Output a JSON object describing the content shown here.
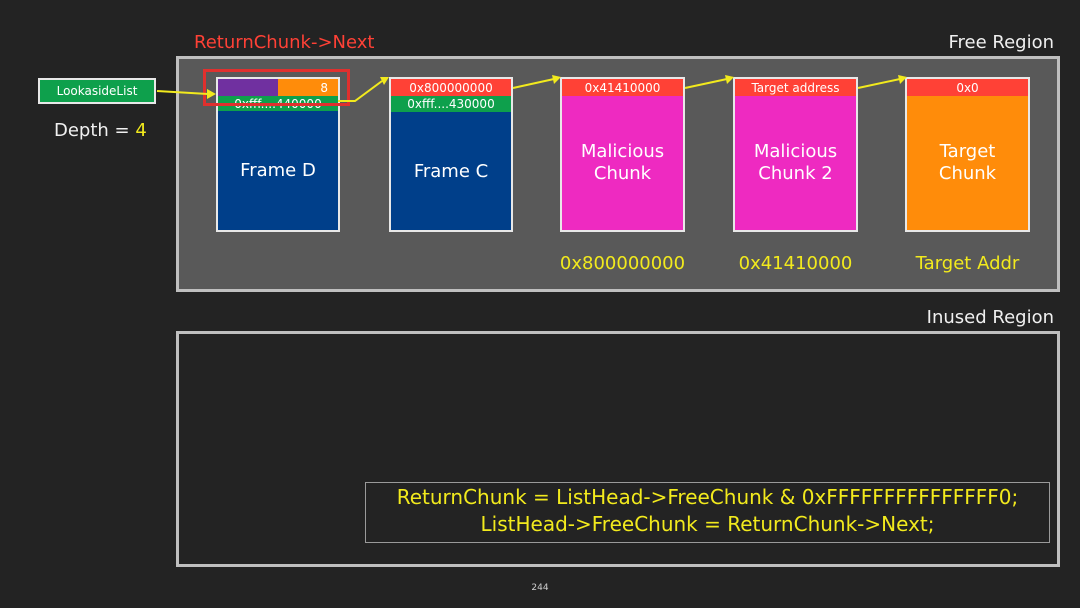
{
  "labels": {
    "return_next": "ReturnChunk->Next",
    "free_region": "Free Region",
    "inused_region": "Inused Region",
    "lookaside": "LookasideList",
    "depth_prefix": "Depth = ",
    "depth_value": "4",
    "page_number": "244"
  },
  "frame_d": {
    "size": "8",
    "flink": "0xfff....440000",
    "name": "Frame D"
  },
  "frame_c": {
    "next": "0x800000000",
    "flink": "0xfff....430000",
    "name": "Frame C"
  },
  "malicious1": {
    "next": "0x41410000",
    "name": "Malicious\nChunk",
    "addr": "0x800000000"
  },
  "malicious2": {
    "next": "Target address",
    "name": "Malicious\nChunk 2",
    "addr": "0x41410000"
  },
  "target": {
    "next": "0x0",
    "name": "Target\nChunk",
    "addr": "Target Addr"
  },
  "code": {
    "line1": "ReturnChunk = ListHead->FreeChunk & 0xFFFFFFFFFFFFFFF0;",
    "line2": "ListHead->FreeChunk = ReturnChunk->Next;"
  },
  "colors": {
    "navy": "#003f8a",
    "magenta": "#ee2ac1",
    "orange": "#ff8c0a",
    "red": "#ff4136",
    "green": "#0ea04c",
    "purple": "#7030a0",
    "yellow": "#f2ea1d",
    "highlight": "#e0302e"
  }
}
